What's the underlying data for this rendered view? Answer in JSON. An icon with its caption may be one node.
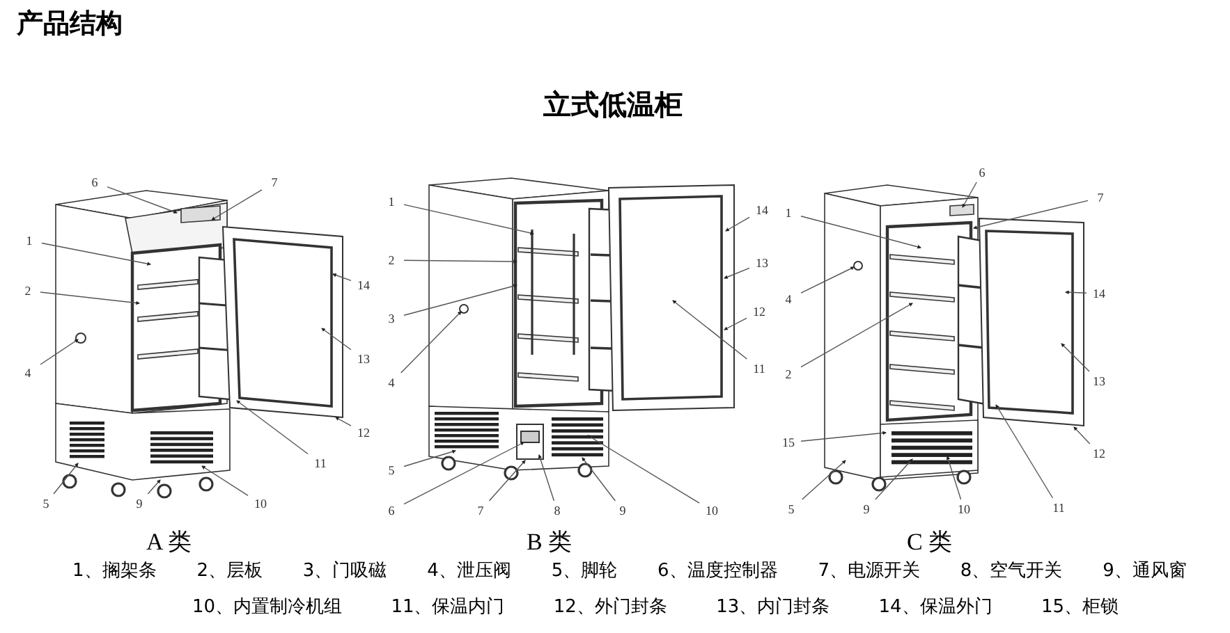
{
  "diagram": {
    "title": "产品结构",
    "nodes": [
      {
        "text": [
          "6"
        ]
      },
      {
        "text": [
          "7"
        ]
      },
      {
        "text": [
          "1"
        ]
      },
      {
        "text": [
          "2"
        ]
      },
      {
        "text": [
          "4"
        ]
      },
      {
        "text": [
          "14"
        ]
      },
      {
        "text": [
          "13"
        ]
      },
      {
        "text": [
          "12"
        ]
      },
      {
        "text": [
          "11"
        ]
      },
      {
        "text": [
          "10"
        ]
      },
      {
        "text": [
          "9"
        ]
      },
      {
        "text": [
          "5"
        ]
      },
      {
        "text": [
          "1"
        ]
      },
      {
        "text": [
          "2"
        ]
      },
      {
        "text": [
          "3"
        ]
      },
      {
        "text": [
          "4"
        ]
      },
      {
        "text": [
          "14"
        ]
      },
      {
        "text": [
          "13"
        ]
      },
      {
        "text": [
          "12"
        ]
      },
      {
        "text": [
          "11"
        ]
      },
      {
        "text": [
          "5"
        ]
      },
      {
        "text": [
          "6"
        ]
      },
      {
        "text": [
          "7"
        ]
      },
      {
        "text": [
          "8"
        ]
      },
      {
        "text": [
          "9"
        ]
      },
      {
        "text": [
          "10"
        ]
      },
      {
        "text": [
          "6"
        ]
      },
      {
        "text": [
          "7"
        ]
      },
      {
        "text": [
          "1"
        ]
      },
      {
        "text": [
          "4"
        ]
      },
      {
        "text": [
          "14"
        ]
      },
      {
        "text": [
          "2"
        ]
      },
      {
        "text": [
          "13"
        ]
      },
      {
        "text": [
          "12"
        ]
      },
      {
        "text": [
          "15"
        ]
      },
      {
        "text": [
          "11"
        ]
      },
      {
        "text": [
          "10"
        ]
      },
      {
        "text": [
          "9"
        ]
      },
      {
        "text": [
          "5"
        ]
      }
    ],
    "edges": [
      {
        "from": 0,
        "to": null,
        "arrow": "to"
      },
      {
        "from": 1,
        "to": null,
        "arrow": "to"
      },
      {
        "from": 2,
        "to": null,
        "arrow": "to"
      },
      {
        "from": 3,
        "to": null,
        "arrow": "to"
      },
      {
        "from": 4,
        "to": null,
        "arrow": "to"
      },
      {
        "from": 5,
        "to": null,
        "arrow": "to"
      },
      {
        "from": 6,
        "to": null,
        "arrow": "to"
      },
      {
        "from": 7,
        "to": null,
        "arrow": "to"
      },
      {
        "from": 8,
        "to": null,
        "arrow": "to"
      },
      {
        "from": 9,
        "to": null,
        "arrow": "to"
      },
      {
        "from": 10,
        "to": null,
        "arrow": "to"
      },
      {
        "from": 11,
        "to": null,
        "arrow": "to"
      },
      {
        "from": 12,
        "to": null,
        "arrow": "to"
      },
      {
        "from": 13,
        "to": null,
        "arrow": "to"
      },
      {
        "from": 14,
        "to": null,
        "arrow": "to"
      },
      {
        "from": 15,
        "to": null,
        "arrow": "to"
      },
      {
        "from": 16,
        "to": null,
        "arrow": "to"
      },
      {
        "from": 17,
        "to": null,
        "arrow": "to"
      },
      {
        "from": 18,
        "to": null,
        "arrow": "to"
      },
      {
        "from": 19,
        "to": null,
        "arrow": "to"
      },
      {
        "from": 20,
        "to": null,
        "arrow": "to"
      },
      {
        "from": 21,
        "to": null,
        "arrow": "to"
      },
      {
        "from": 22,
        "to": null,
        "arrow": "to"
      },
      {
        "from": 23,
        "to": null,
        "arrow": "to"
      },
      {
        "from": 24,
        "to": null,
        "arrow": "to"
      },
      {
        "from": 25,
        "to": null,
        "arrow": "to"
      },
      {
        "from": 26,
        "to": null,
        "arrow": "to"
      },
      {
        "from": 27,
        "to": null,
        "arrow": "to"
      },
      {
        "from": 28,
        "to": null,
        "arrow": "to"
      },
      {
        "from": 29,
        "to": null,
        "arrow": "to"
      },
      {
        "from": 30,
        "to": null,
        "arrow": "to"
      },
      {
        "from": 31,
        "to": null,
        "arrow": "to"
      },
      {
        "from": 32,
        "to": null,
        "arrow": "to"
      },
      {
        "from": 33,
        "to": null,
        "arrow": "to"
      },
      {
        "from": 34,
        "to": null,
        "arrow": "to"
      },
      {
        "from": 35,
        "to": null,
        "arrow": "to"
      },
      {
        "from": 36,
        "to": null,
        "arrow": "to"
      },
      {
        "from": 37,
        "to": null,
        "arrow": "to"
      },
      {
        "from": 38,
        "to": null,
        "arrow": "to"
      }
    ],
    "labels": [
      "立式低温柜",
      "A 类",
      "B 类",
      "C 类",
      "1、搁架条",
      "2、层板",
      "3、门吸磁",
      "4、泄压阀",
      "5、脚轮",
      "6、温度控制器",
      "7、电源开关",
      "8、空气开关",
      "9、通风窗",
      "10、内置制冷机组",
      "11、保温内门",
      "12、外门封条",
      "13、内门封条",
      "14、保温外门",
      "15、柜锁"
    ]
  }
}
